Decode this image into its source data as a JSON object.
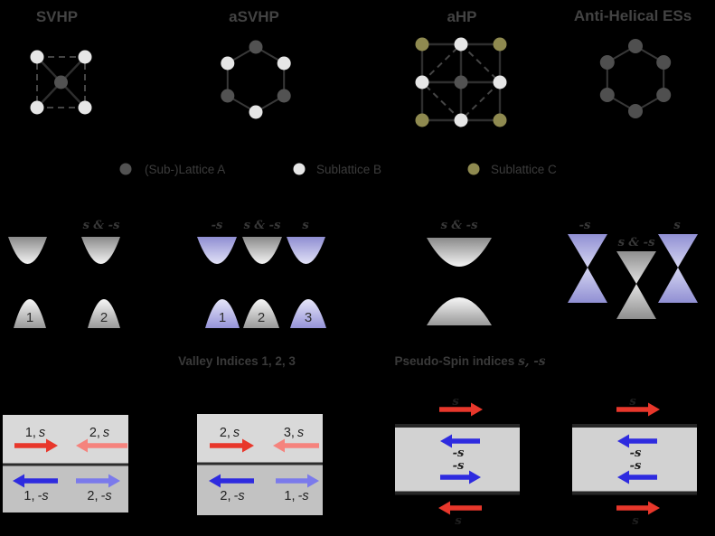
{
  "figure": {
    "columns": [
      "SVHP",
      "aSVHP",
      "aHP",
      "Anti-Helical ESs"
    ]
  },
  "legend": {
    "a_label": "(Sub-)Lattice A",
    "b_label": "Sublattice B",
    "c_label": "Sublattice C",
    "a_color": "#525252",
    "b_color": "#e6e6e6",
    "c_color": "#8f8a50"
  },
  "bands": {
    "svhp": {
      "cup2_label": "s & -s",
      "dome1_label": "1",
      "dome2_label": "2"
    },
    "asvhp": {
      "cup1_label": "-s",
      "cup2_label": "s & -s",
      "cup3_label": "s",
      "dome1_label": "1",
      "dome2_label": "2",
      "dome3_label": "3"
    },
    "ahp": {
      "cup_label": "s & -s"
    },
    "anti_helical": {
      "cone1_label": "-s",
      "cone2_label": "s & -s",
      "cone3_label": "s"
    },
    "valley_caption": "Valley Indices 1, 2, 3",
    "spin_caption_prefix": "Pseudo-Spin indices",
    "spin_caption_indices": "s, -s"
  },
  "edge_states": {
    "svhp": {
      "arrow1_num": "1,",
      "arrow1_spin": "s",
      "arrow2_num": "2,",
      "arrow2_spin": "s",
      "arrow3_num": "1,",
      "arrow3_spin": "-s",
      "arrow4_num": "2,",
      "arrow4_spin": "-s"
    },
    "asvhp": {
      "arrow1_num": "2,",
      "arrow1_spin": "s",
      "arrow2_num": "3,",
      "arrow2_spin": "s",
      "arrow3_num": "2,",
      "arrow3_spin": "-s",
      "arrow4_num": "1,",
      "arrow4_spin": "-s"
    },
    "ahp": {
      "top_label": "s",
      "inner1_label": "-s",
      "inner2_label": "-s",
      "bottom_label": "s"
    },
    "anti_helical": {
      "top_label": "s",
      "inner1_label": "-s",
      "inner2_label": "-s",
      "bottom_label": "s"
    }
  },
  "colors": {
    "background": "#000000",
    "arrow_red": "#e8372b",
    "arrow_red_light": "#f5837d",
    "arrow_blue": "#2e2bdf",
    "arrow_blue_light": "#7b7aeb",
    "band_gray": "#9a9a9a",
    "band_purple": "#9392d6",
    "ribbon_light": "#d9d9d9",
    "ribbon_dark": "#c2c2c2"
  }
}
